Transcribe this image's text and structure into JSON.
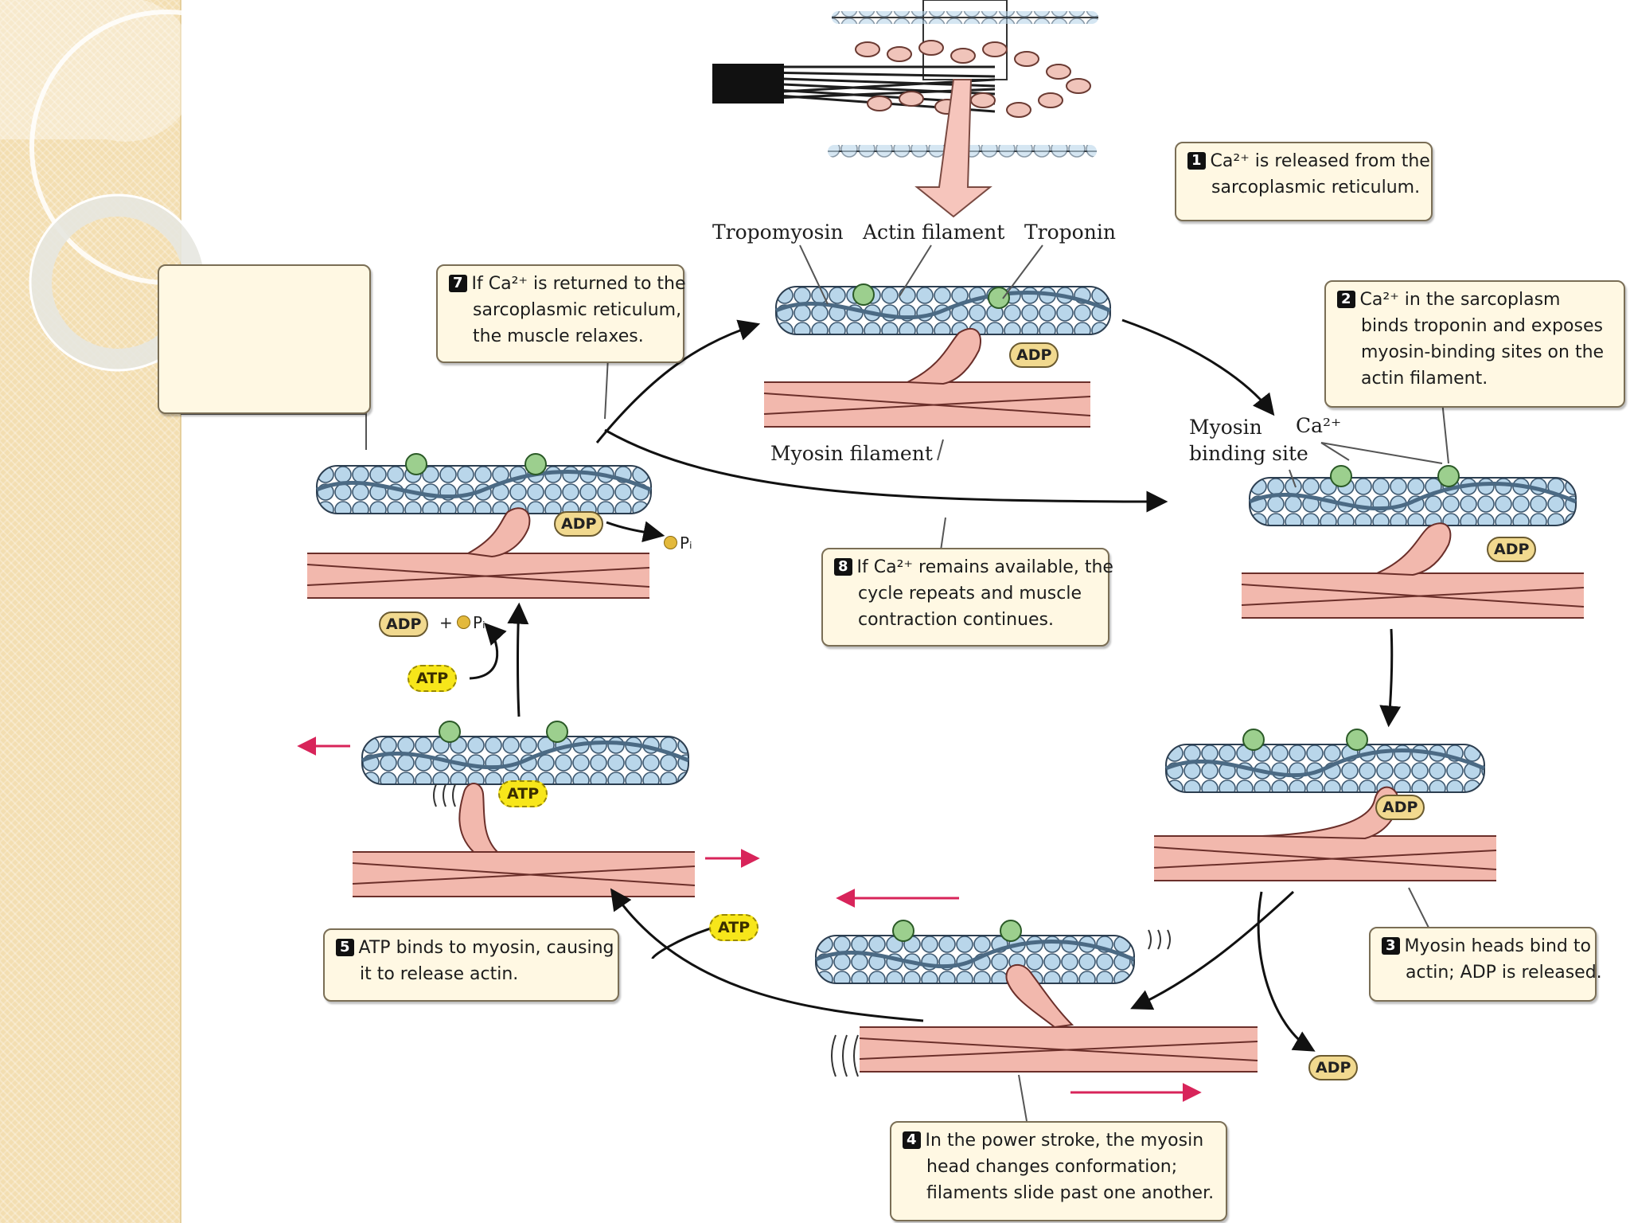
{
  "callouts": {
    "c1": {
      "num": "1",
      "line1": "Ca²⁺ is released from the",
      "line2": "sarcoplasmic reticulum."
    },
    "c2": {
      "num": "2",
      "line1": "Ca²⁺ in the sarcoplasm",
      "line2": "binds troponin and exposes",
      "line3": "myosin-binding sites on the",
      "line4": "actin filament."
    },
    "c3": {
      "num": "3",
      "line1": "Myosin heads bind to",
      "line2": "actin; ADP is released."
    },
    "c4": {
      "num": "4",
      "line1": "In the power stroke, the myosin",
      "line2": "head changes conformation;",
      "line3": "filaments slide past one another."
    },
    "c5": {
      "num": "5",
      "line1": "ATP binds to myosin, causing",
      "line2": "it to release actin."
    },
    "c7": {
      "num": "7",
      "line1": "If Ca²⁺ is returned to the",
      "line2": "sarcoplasmic reticulum,",
      "line3": "the muscle relaxes."
    },
    "c8": {
      "num": "8",
      "line1": "If Ca²⁺ remains available, the",
      "line2": "cycle repeats and muscle",
      "line3": "contraction continues."
    }
  },
  "labels": {
    "tropomyosin": "Tropomyosin",
    "actin_filament": "Actin filament",
    "troponin": "Troponin",
    "myosin_filament": "Myosin filament",
    "myosin_binding_1": "Myosin",
    "myosin_binding_2": "binding site",
    "ca": "Ca²⁺"
  },
  "molecules": {
    "adp": "ADP",
    "atp": "ATP",
    "pi": "Pᵢ",
    "plus": "+"
  },
  "colors": {
    "sidebar": "#f3deb1",
    "actin": "#b9d6ea",
    "troponin": "#9ccf8e",
    "myosin": "#f2b8ad",
    "callout_bg": "#fff8e3",
    "arrow_red": "#d8245a"
  }
}
